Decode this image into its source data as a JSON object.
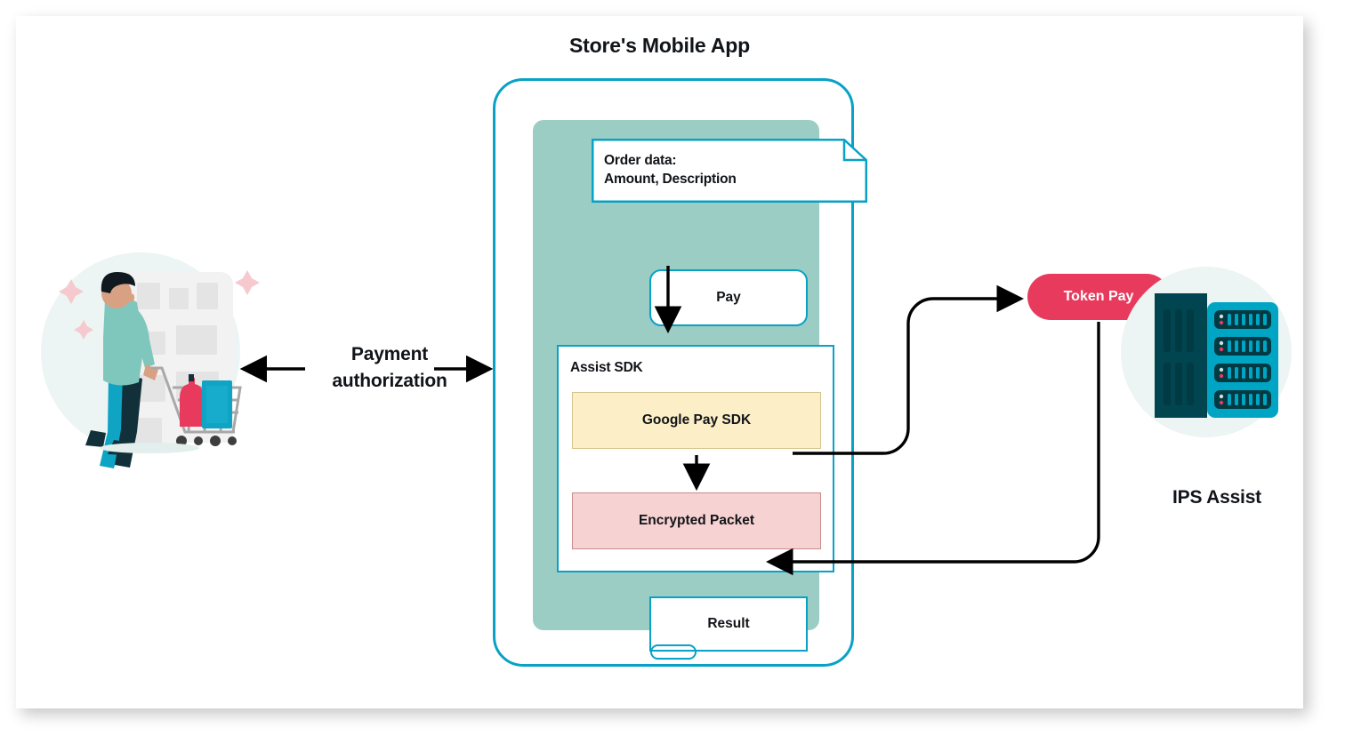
{
  "diagram": {
    "title": "Store's Mobile App",
    "phone": {
      "order_doc": "Order data:\nAmount, Description",
      "pay_button": "Pay",
      "assist_sdk_label": "Assist SDK",
      "google_pay_sdk": "Google Pay SDK",
      "encrypted_packet": "Encrypted Packet",
      "result": "Result"
    },
    "left": {
      "payment_authorization": "Payment\nauthorization",
      "shopper_icon": "shopper-with-cart-illustration"
    },
    "right": {
      "token_pay": "Token Pay",
      "ips_assist": "IPS Assist",
      "server_icon": "server-rack-icon"
    },
    "colors": {
      "phone_outline": "#08A2C6",
      "phone_screen": "#9BCDC4",
      "google_pay_fill": "#FCEFC8",
      "google_pay_border": "#D6C48C",
      "packet_fill": "#F7D2D2",
      "packet_border": "#C88C8C",
      "token_pay": "#E83A5C",
      "server_dark": "#00454F",
      "server_cyan": "#00A5C4",
      "halo": "#ECF5F3",
      "arrow": "#000000",
      "text": "#111418"
    }
  }
}
